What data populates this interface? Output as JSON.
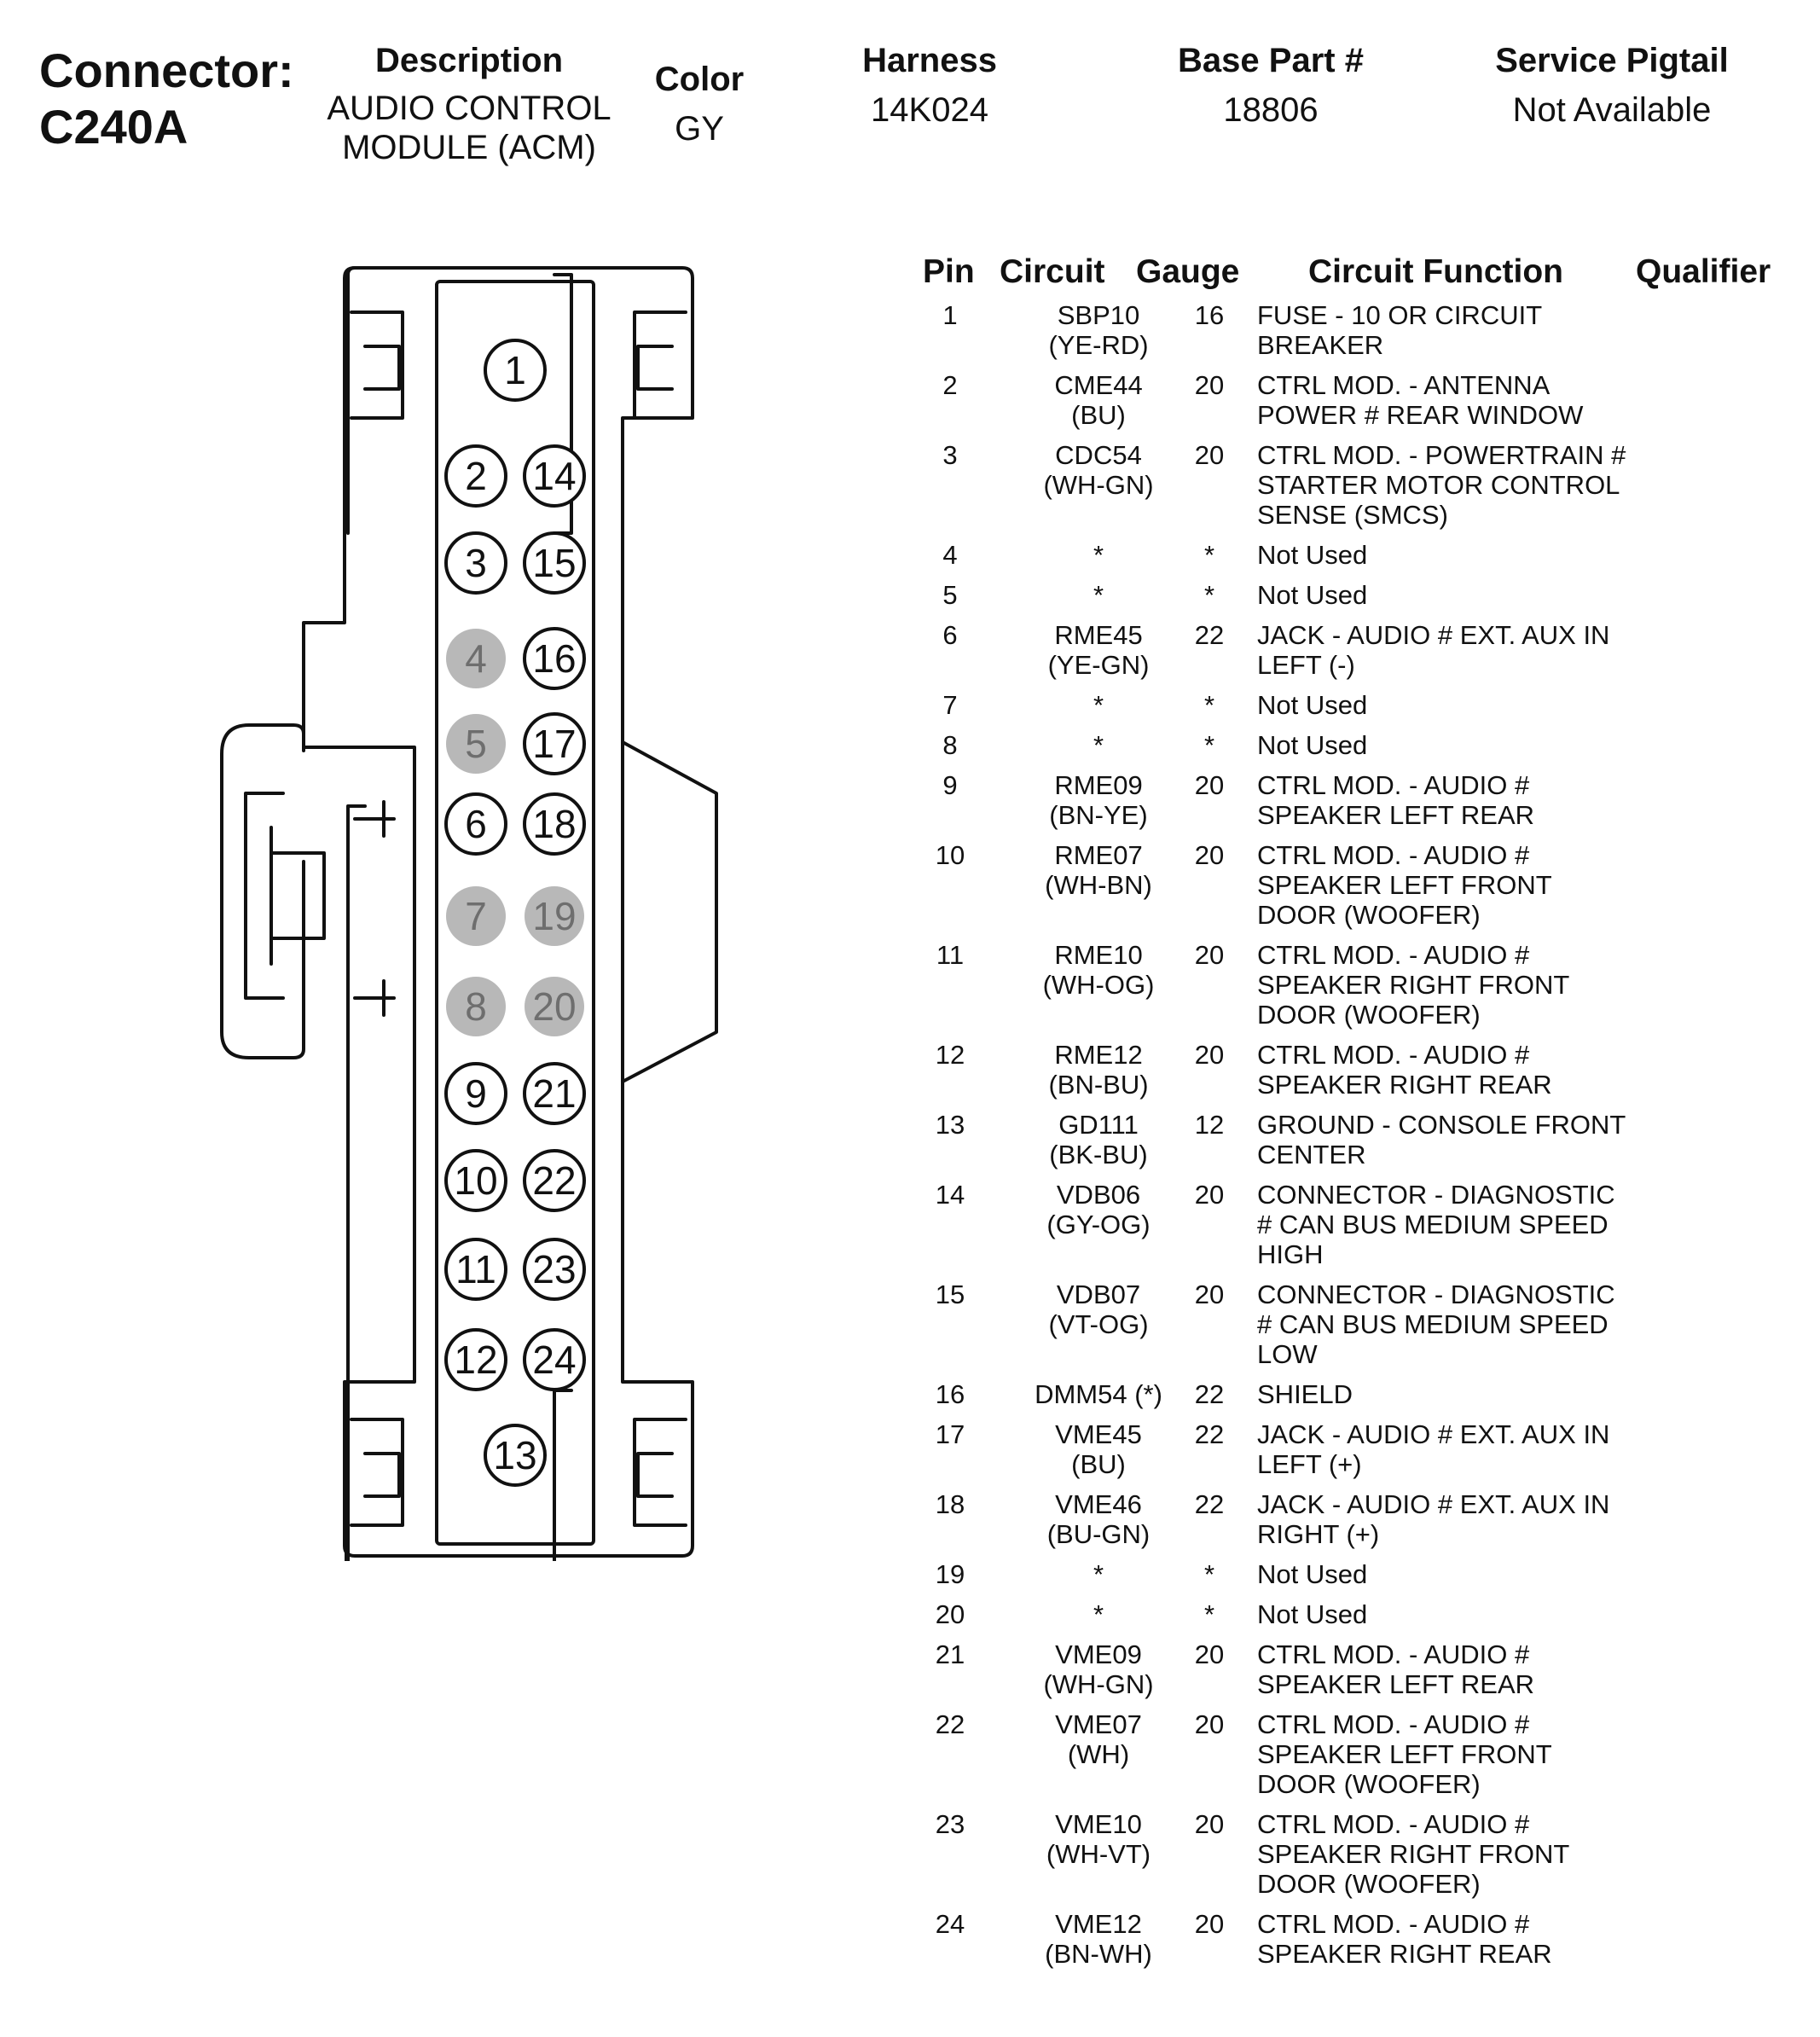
{
  "header": {
    "connector_title": [
      "Connector:",
      "C240A"
    ],
    "description_label": "Description",
    "description_value": [
      "AUDIO CONTROL",
      "MODULE (ACM)"
    ],
    "color_label": "Color",
    "color_value": "GY",
    "harness_label": "Harness",
    "harness_value": "14K024",
    "base_part_label": "Base Part #",
    "base_part_value": "18806",
    "service_pigtail_label": "Service Pigtail",
    "service_pigtail_value": "Not Available"
  },
  "table": {
    "headers": {
      "pin": "Pin",
      "circuit": "Circuit",
      "gauge": "Gauge",
      "function": "Circuit Function",
      "qualifier": "Qualifier"
    },
    "rows": [
      {
        "pin": "1",
        "circuit": [
          "SBP10",
          "(YE-RD)"
        ],
        "gauge": "16",
        "function": [
          "FUSE - 10 OR CIRCUIT",
          "BREAKER"
        ]
      },
      {
        "pin": "2",
        "circuit": [
          "CME44",
          "(BU)"
        ],
        "gauge": "20",
        "function": [
          "CTRL MOD. - ANTENNA",
          "POWER # REAR WINDOW"
        ]
      },
      {
        "pin": "3",
        "circuit": [
          "CDC54",
          "(WH-GN)"
        ],
        "gauge": "20",
        "function": [
          "CTRL MOD. - POWERTRAIN #",
          "STARTER MOTOR CONTROL",
          "SENSE (SMCS)"
        ]
      },
      {
        "pin": "4",
        "circuit": [
          "*"
        ],
        "gauge": "*",
        "function": [
          "Not Used"
        ]
      },
      {
        "pin": "5",
        "circuit": [
          "*"
        ],
        "gauge": "*",
        "function": [
          "Not Used"
        ]
      },
      {
        "pin": "6",
        "circuit": [
          "RME45",
          "(YE-GN)"
        ],
        "gauge": "22",
        "function": [
          "JACK - AUDIO # EXT. AUX IN",
          "LEFT (-)"
        ]
      },
      {
        "pin": "7",
        "circuit": [
          "*"
        ],
        "gauge": "*",
        "function": [
          "Not Used"
        ]
      },
      {
        "pin": "8",
        "circuit": [
          "*"
        ],
        "gauge": "*",
        "function": [
          "Not Used"
        ]
      },
      {
        "pin": "9",
        "circuit": [
          "RME09",
          "(BN-YE)"
        ],
        "gauge": "20",
        "function": [
          "CTRL MOD. - AUDIO #",
          "SPEAKER LEFT REAR"
        ]
      },
      {
        "pin": "10",
        "circuit": [
          "RME07",
          "(WH-BN)"
        ],
        "gauge": "20",
        "function": [
          "CTRL MOD. - AUDIO #",
          "SPEAKER LEFT FRONT",
          "DOOR (WOOFER)"
        ]
      },
      {
        "pin": "11",
        "circuit": [
          "RME10",
          "(WH-OG)"
        ],
        "gauge": "20",
        "function": [
          "CTRL MOD. - AUDIO #",
          "SPEAKER RIGHT FRONT",
          "DOOR (WOOFER)"
        ]
      },
      {
        "pin": "12",
        "circuit": [
          "RME12",
          "(BN-BU)"
        ],
        "gauge": "20",
        "function": [
          "CTRL MOD. - AUDIO #",
          "SPEAKER RIGHT REAR"
        ]
      },
      {
        "pin": "13",
        "circuit": [
          "GD111",
          "(BK-BU)"
        ],
        "gauge": "12",
        "function": [
          "GROUND - CONSOLE FRONT",
          "CENTER"
        ]
      },
      {
        "pin": "14",
        "circuit": [
          "VDB06",
          "(GY-OG)"
        ],
        "gauge": "20",
        "function": [
          "CONNECTOR - DIAGNOSTIC",
          "# CAN BUS MEDIUM SPEED",
          "HIGH"
        ]
      },
      {
        "pin": "15",
        "circuit": [
          "VDB07",
          "(VT-OG)"
        ],
        "gauge": "20",
        "function": [
          "CONNECTOR - DIAGNOSTIC",
          "# CAN BUS MEDIUM SPEED",
          "LOW"
        ]
      },
      {
        "pin": "16",
        "circuit": [
          "DMM54 (*)"
        ],
        "gauge": "22",
        "function": [
          "SHIELD"
        ]
      },
      {
        "pin": "17",
        "circuit": [
          "VME45",
          "(BU)"
        ],
        "gauge": "22",
        "function": [
          "JACK - AUDIO # EXT. AUX IN",
          "LEFT (+)"
        ]
      },
      {
        "pin": "18",
        "circuit": [
          "VME46",
          "(BU-GN)"
        ],
        "gauge": "22",
        "function": [
          "JACK - AUDIO # EXT. AUX IN",
          "RIGHT (+)"
        ]
      },
      {
        "pin": "19",
        "circuit": [
          "*"
        ],
        "gauge": "*",
        "function": [
          "Not Used"
        ]
      },
      {
        "pin": "20",
        "circuit": [
          "*"
        ],
        "gauge": "*",
        "function": [
          "Not Used"
        ]
      },
      {
        "pin": "21",
        "circuit": [
          "VME09",
          "(WH-GN)"
        ],
        "gauge": "20",
        "function": [
          "CTRL MOD. - AUDIO #",
          "SPEAKER LEFT REAR"
        ]
      },
      {
        "pin": "22",
        "circuit": [
          "VME07",
          "(WH)"
        ],
        "gauge": "20",
        "function": [
          "CTRL MOD. - AUDIO #",
          "SPEAKER LEFT FRONT",
          "DOOR (WOOFER)"
        ]
      },
      {
        "pin": "23",
        "circuit": [
          "VME10",
          "(WH-VT)"
        ],
        "gauge": "20",
        "function": [
          "CTRL MOD. - AUDIO #",
          "SPEAKER RIGHT FRONT",
          "DOOR (WOOFER)"
        ]
      },
      {
        "pin": "24",
        "circuit": [
          "VME12",
          "(BN-WH)"
        ],
        "gauge": "20",
        "function": [
          "CTRL MOD. - AUDIO #",
          "SPEAKER RIGHT REAR"
        ]
      }
    ]
  },
  "diagram": {
    "unused_pin_color": "#b8b8b8",
    "unused_pin_text_color": "#6e6e6e",
    "pins": [
      {
        "label": "1",
        "used": true
      },
      {
        "label": "2",
        "used": true
      },
      {
        "label": "3",
        "used": true
      },
      {
        "label": "4",
        "used": false
      },
      {
        "label": "5",
        "used": false
      },
      {
        "label": "6",
        "used": true
      },
      {
        "label": "7",
        "used": false
      },
      {
        "label": "8",
        "used": false
      },
      {
        "label": "9",
        "used": true
      },
      {
        "label": "10",
        "used": true
      },
      {
        "label": "11",
        "used": true
      },
      {
        "label": "12",
        "used": true
      },
      {
        "label": "13",
        "used": true
      },
      {
        "label": "14",
        "used": true
      },
      {
        "label": "15",
        "used": true
      },
      {
        "label": "16",
        "used": true
      },
      {
        "label": "17",
        "used": true
      },
      {
        "label": "18",
        "used": true
      },
      {
        "label": "19",
        "used": false
      },
      {
        "label": "20",
        "used": false
      },
      {
        "label": "21",
        "used": true
      },
      {
        "label": "22",
        "used": true
      },
      {
        "label": "23",
        "used": true
      },
      {
        "label": "24",
        "used": true
      }
    ]
  }
}
